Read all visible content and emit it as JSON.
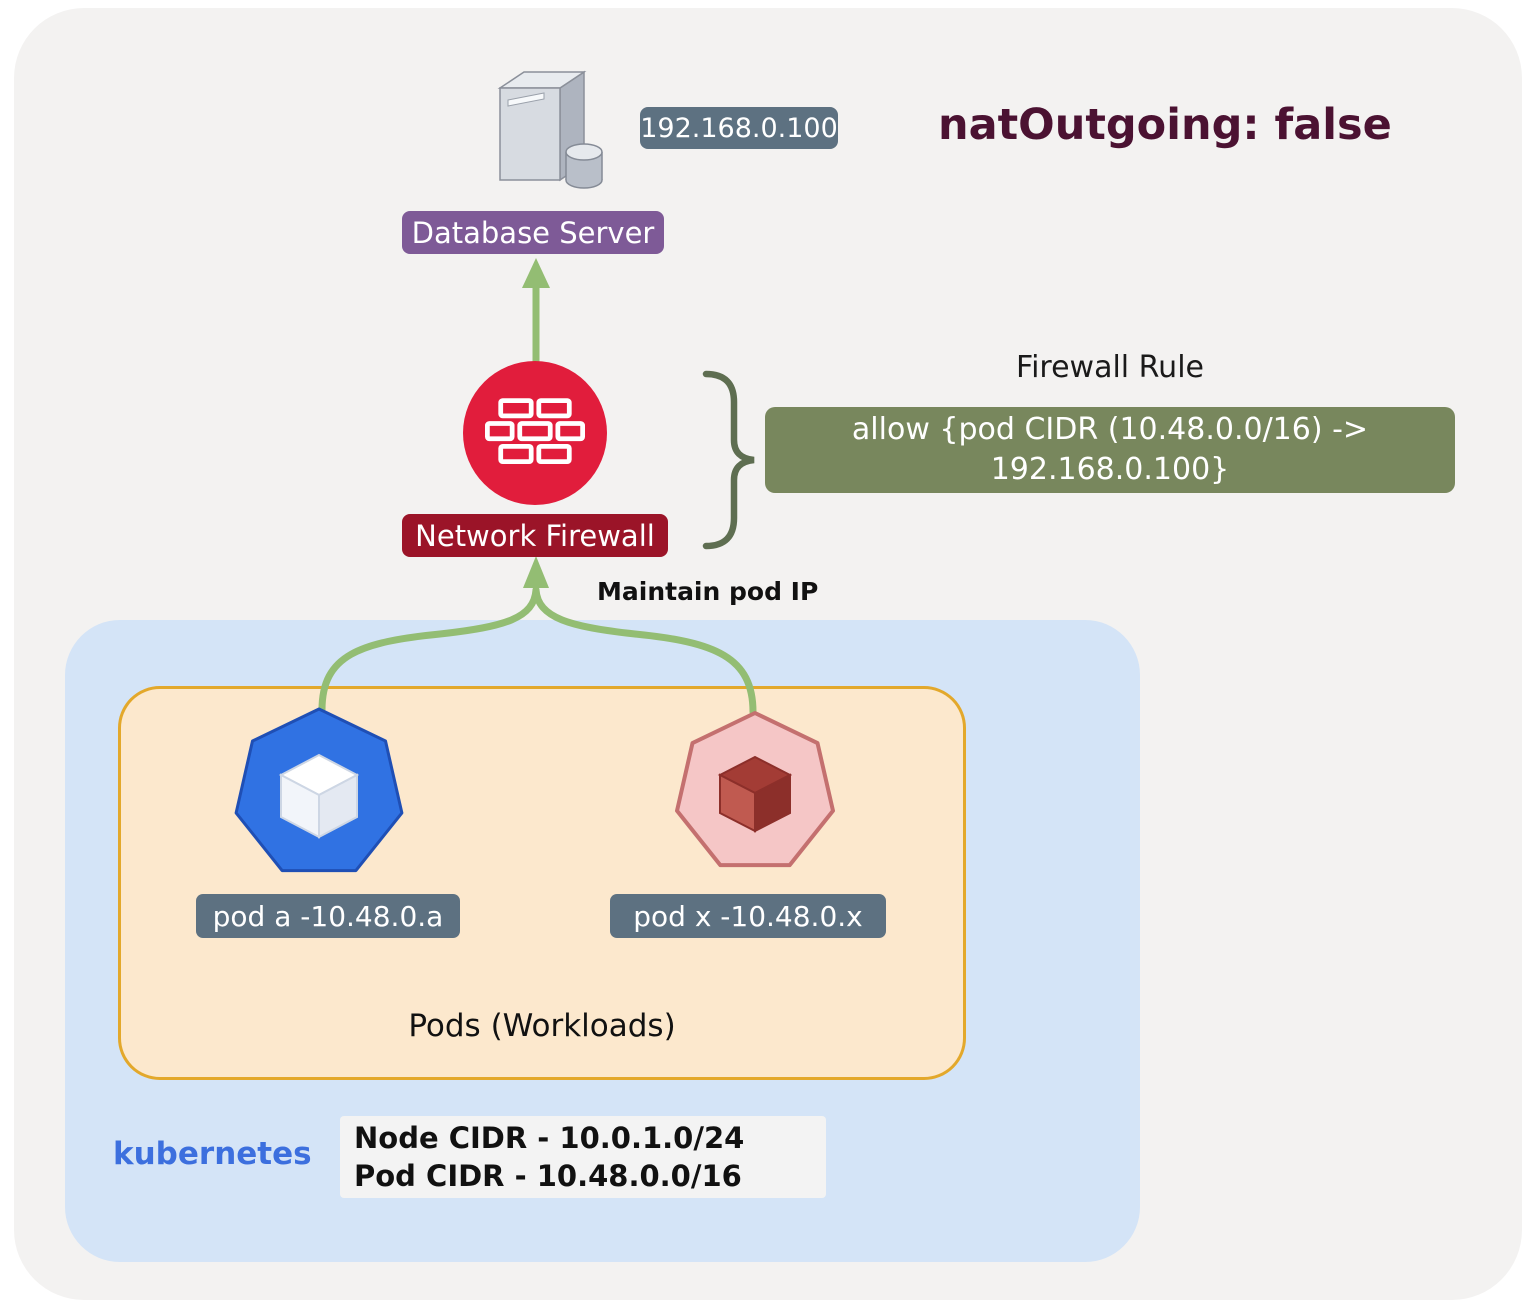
{
  "title": "natOutgoing: false",
  "database": {
    "ip": "192.168.0.100",
    "label": "Database Server"
  },
  "firewall": {
    "label": "Network Firewall",
    "rule_title": "Firewall Rule",
    "rule_line1": "allow {pod CIDR (10.48.0.0/16) ->",
    "rule_line2": "192.168.0.100}",
    "annotation": "Maintain pod IP"
  },
  "cluster": {
    "name": "kubernetes",
    "pods_box_label": "Pods (Workloads)",
    "pod_a_label": "pod a -10.48.0.a",
    "pod_x_label": "pod x -10.48.0.x",
    "node_cidr": "Node CIDR - 10.0.1.0/24",
    "pod_cidr": "Pod CIDR - 10.48.0.0/16"
  },
  "icons": {
    "database_server": "server-icon",
    "firewall": "firewall-brick-icon",
    "pod_a": "kubernetes-pod-blue-icon",
    "pod_x": "kubernetes-pod-pink-icon"
  },
  "colors": {
    "arrow_green": "#93bd73",
    "rule_box": "#78875d",
    "database_badge": "#7e5a97",
    "firewall_badge": "#9b1428",
    "firewall_circle": "#e11d3c",
    "label_badge": "#5d7181",
    "title_text": "#4b1232",
    "kubernetes_blue": "#3c6fde",
    "cluster_bg": "#d4e4f7",
    "pods_bg": "#fce8cd",
    "pods_border": "#e3a82b"
  }
}
